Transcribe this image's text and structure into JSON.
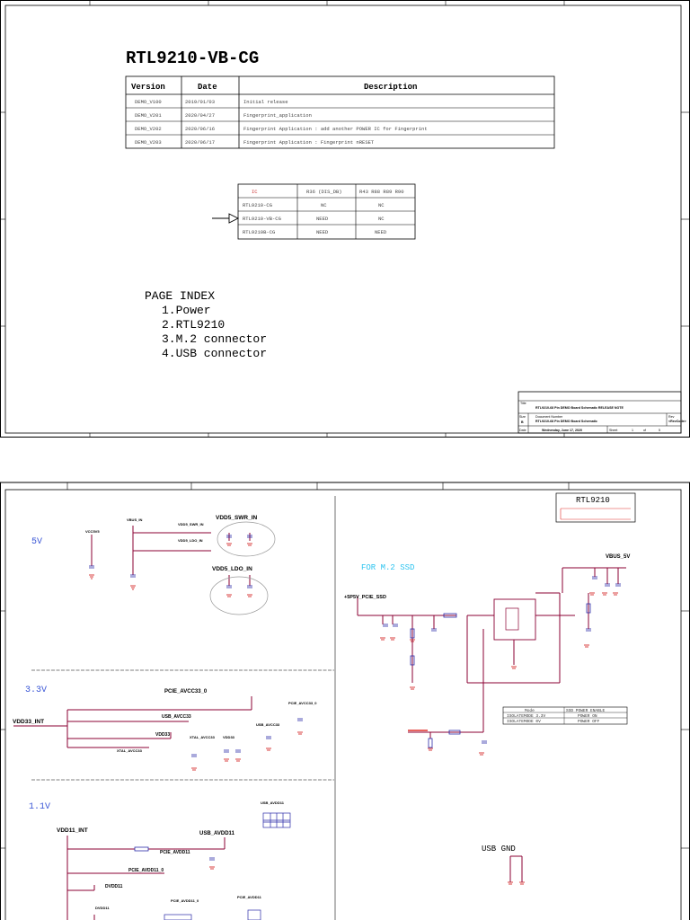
{
  "sheet1": {
    "title": "RTL9210-VB-CG",
    "revision_table": {
      "headers": [
        "Version",
        "Date",
        "Description"
      ],
      "rows": [
        [
          "DEMO_V100",
          "2019/01/03",
          "Initial release"
        ],
        [
          "DEMO_V201",
          "2020/04/27",
          "Fingerprint_application"
        ],
        [
          "DEMO_V202",
          "2020/06/16",
          "Fingerprint Application : add another POWER IC for Fingerprint"
        ],
        [
          "DEMO_V203",
          "2020/06/17",
          "Fingerprint Application : Fingerprint nRESET"
        ]
      ]
    },
    "ic_table": {
      "headers": [
        "IC",
        "R36 (DIS_DB)",
        "R43 R88 R89 R90"
      ],
      "rows": [
        [
          "RTL9210-CG",
          "NC",
          "NC"
        ],
        [
          "RTL9210-VB-CG",
          "NEED",
          "NC"
        ],
        [
          "RTL9210B-CG",
          "NEED",
          "NEED"
        ]
      ]
    },
    "page_index": {
      "title": "PAGE INDEX",
      "items": [
        "1.Power",
        "2.RTL9210",
        "3.M.2 connector",
        "4.USB connector"
      ]
    },
    "title_block": {
      "title_label": "Title",
      "title": "RTL9210-68 Pin DEMO Board Schematic   RELEASE NOTE",
      "size_label": "Size",
      "size": "B",
      "doc_label": "Document Number",
      "doc": "RTL9210-68 Pin DEMO Board Schematic",
      "rev_label": "Rev",
      "rev": "<RevCode>",
      "date_label": "Date",
      "date": "Wednesday, June 17, 2020",
      "sheet_label": "Sheet",
      "sheet_num": "1",
      "of_label": "of",
      "sheet_total": "5"
    }
  },
  "sheet2": {
    "header_box": "RTL9210",
    "sections": {
      "v5": "5V",
      "v33": "3.3V",
      "v11": "1.1V",
      "m2": "FOR M.2 SSD",
      "usbgnd": "USB GND"
    },
    "nets": {
      "vbus_in": "VBUS_IN",
      "vcc5v": "VCC5V5",
      "vdd5_swr_in": "VDD5_SWR_IN",
      "vdd5_swr_in_small": "VDD5_SWR_IN",
      "vdd5_ldo_in_small": "VDD5_LDO_IN",
      "vdd5_ldo_in": "VDD5_LDO_IN",
      "vbus_5v": "VBUS_5V",
      "p5v_pcie_ssd": "+5P5V_PCIE_SSD",
      "pcie_avcc33_0": "PCIE_AVCC33_0",
      "pcie_avcc33_0_small": "PCIE_AVCC33_0",
      "vdd33_int": "VDD33_INT",
      "usb_avcc33": "USB_AVCC33",
      "vdd33": "VDD33",
      "usb_avcc33_small": "USB_AVCC33",
      "xtal_avcc33": "XTAL_AVCC33",
      "xtal_avcc33_b": "XTAL_AVCC33",
      "vdd33_b": "VDD33",
      "usb_avdd11": "USB_AVDD11",
      "usb_avdd11_small": "USB_AVDD11",
      "vdd11_int": "VDD11_INT",
      "pcie_avdd11": "PCIE_AVDD11",
      "pcie_avdd11_0": "PCIE_AVDD11_0",
      "dvdd11": "DVDD11",
      "dvdd11_b": "DVDD11",
      "pcie_avdd11_0_small": "PCIE_AVDD11_0",
      "pcie_avdd11_small": "PCIE_AVDD11"
    },
    "mode_table": {
      "headers": [
        "Mode",
        "SSD POWER ENABLE"
      ],
      "rows": [
        [
          "ISOLATEMODE 3.3V",
          "POWER ON"
        ],
        [
          "ISOLATEMODE 0V",
          "POWER OFF"
        ]
      ]
    }
  },
  "colors": {
    "border": "#000000",
    "wire": "#8b0033",
    "label_blue": "#3b57d6",
    "label_cyan": "#2ec4f0",
    "ground": "#cc0000",
    "component": "#2a2aa8",
    "net_red": "#e0302a"
  }
}
